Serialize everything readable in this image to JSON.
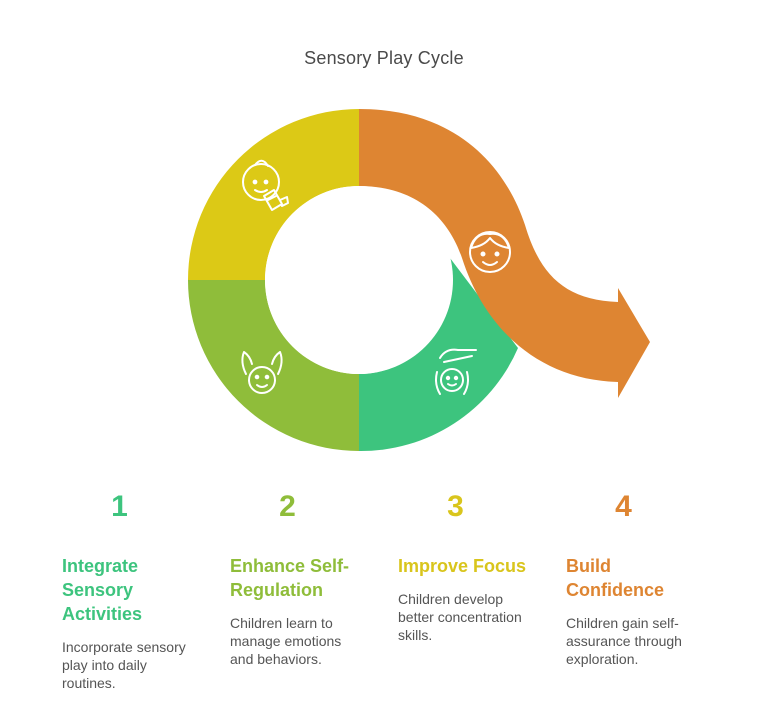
{
  "title": "Sensory Play Cycle",
  "colors": {
    "green": "#3dc47e",
    "lime": "#8fbd3a",
    "yellow": "#dcc916",
    "orange": "#de8532"
  },
  "segments": [
    {
      "icon": "baby-with-bottle-icon"
    },
    {
      "icon": "child-with-raised-hands-icon"
    },
    {
      "icon": "child-under-protective-hand-icon"
    },
    {
      "icon": "smiling-child-face-icon"
    }
  ],
  "steps": [
    {
      "number": "1",
      "heading": "Integrate Sensory Activities",
      "heading_lines": [
        "Integrate",
        "Sensory",
        "Activities"
      ],
      "desc_lines": [
        "Incorporate sensory",
        "play into daily",
        "routines."
      ]
    },
    {
      "number": "2",
      "heading": "Enhance Self-Regulation",
      "heading_lines": [
        "Enhance Self-",
        "Regulation"
      ],
      "desc_lines": [
        "Children learn to",
        "manage emotions",
        "and behaviors."
      ]
    },
    {
      "number": "3",
      "heading": "Improve Focus",
      "heading_lines": [
        "Improve Focus"
      ],
      "desc_lines": [
        "Children develop",
        "better concentration",
        "skills."
      ]
    },
    {
      "number": "4",
      "heading": "Build Confidence",
      "heading_lines": [
        "Build",
        "Confidence"
      ],
      "desc_lines": [
        "Children gain self-",
        "assurance through",
        "exploration."
      ]
    }
  ]
}
